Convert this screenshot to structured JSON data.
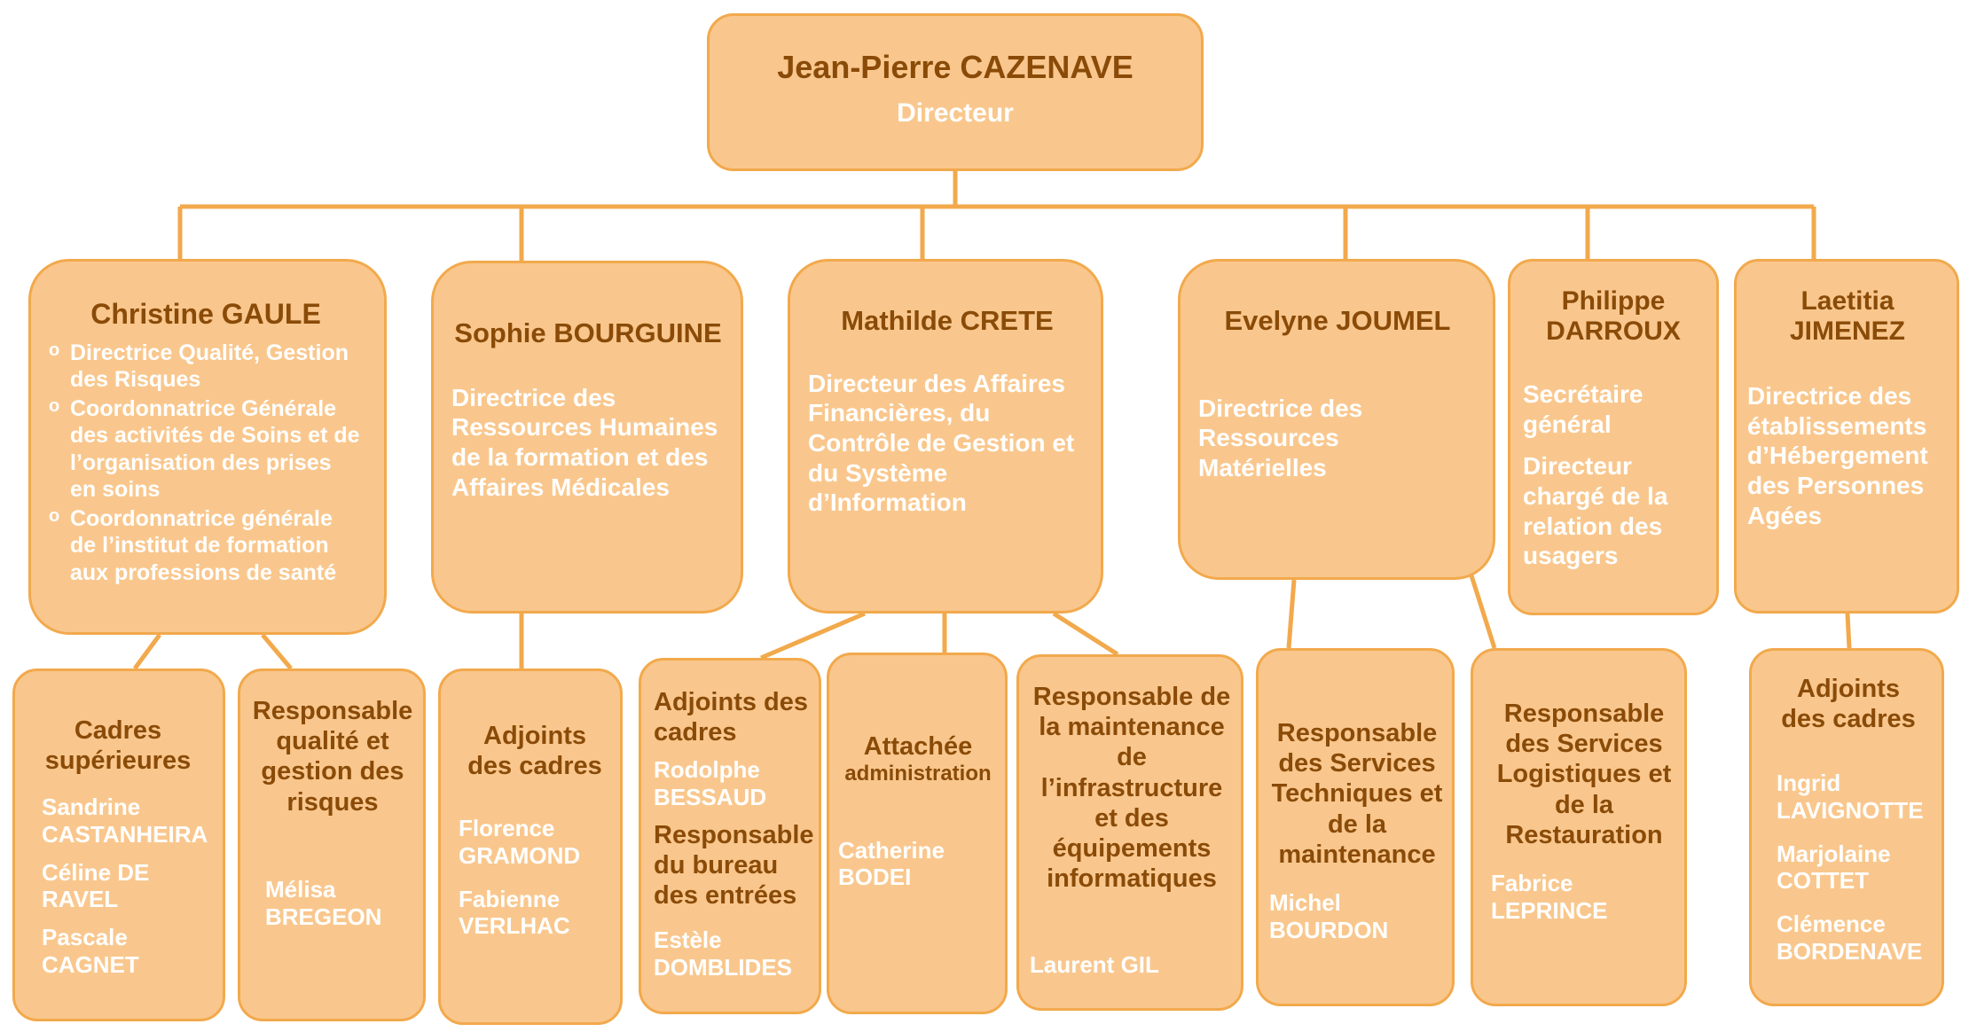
{
  "director": {
    "name": "Jean-Pierre CAZENAVE",
    "title": "Directeur"
  },
  "gaule": {
    "name": "Christine GAULE",
    "roles": [
      "Directrice Qualité, Gestion des Risques",
      "Coordonnatrice Générale des activités de Soins et de l’organisation des prises en soins",
      "Coordonnatrice générale de l’institut de formation aux professions de santé"
    ]
  },
  "bourguine": {
    "name": "Sophie BOURGUINE",
    "role": "Directrice des Ressources Humaines de la formation et des Affaires Médicales"
  },
  "crete": {
    "name": "Mathilde CRETE",
    "role": "Directeur des Affaires Financières, du Contrôle de Gestion et du Système d’Information"
  },
  "joumel": {
    "name": "Evelyne JOUMEL",
    "role": "Directrice des Ressources Matérielles"
  },
  "darroux": {
    "name": "Philippe DARROUX",
    "role1": "Secrétaire général",
    "role2": "Directeur chargé de la relation des usagers"
  },
  "jimenez": {
    "name": "Laetitia JIMENEZ",
    "role": "Directrice des établissements d’Hébergement des Personnes Agées"
  },
  "cadres_sup": {
    "heading": "Cadres supérieures",
    "people": [
      "Sandrine CASTANHEIRA",
      "Céline DE RAVEL",
      "Pascale CAGNET"
    ]
  },
  "qualite": {
    "heading": "Responsable qualité et gestion des risques",
    "person": "Mélisa BREGEON"
  },
  "adjoints_rh": {
    "heading": "Adjoints des cadres",
    "people": [
      "Florence GRAMOND",
      "Fabienne VERLHAC"
    ]
  },
  "adjoints_fin": {
    "heading": "Adjoints des cadres",
    "person1": "Rodolphe BESSAUD",
    "heading2": "Responsable du bureau des entrées",
    "person2": "Estèle DOMBLIDES"
  },
  "attachee": {
    "heading": "Attachée",
    "subheading": "administration",
    "person": "Catherine BODEI"
  },
  "maintenance_info": {
    "heading": "Responsable de la maintenance de l’infrastructure et des équipements informatiques",
    "person": "Laurent GIL"
  },
  "services_tech": {
    "heading": "Responsable des Services Techniques et de la maintenance",
    "person": "Michel BOURDON"
  },
  "logistique": {
    "heading": "Responsable des Services Logistiques et de la Restauration",
    "person": "Fabrice LEPRINCE"
  },
  "adjoints_ehpad": {
    "heading": "Adjoints des cadres",
    "people": [
      "Ingrid LAVIGNOTTE",
      "Marjolaine COTTET",
      "Clémence BORDENAVE"
    ]
  }
}
